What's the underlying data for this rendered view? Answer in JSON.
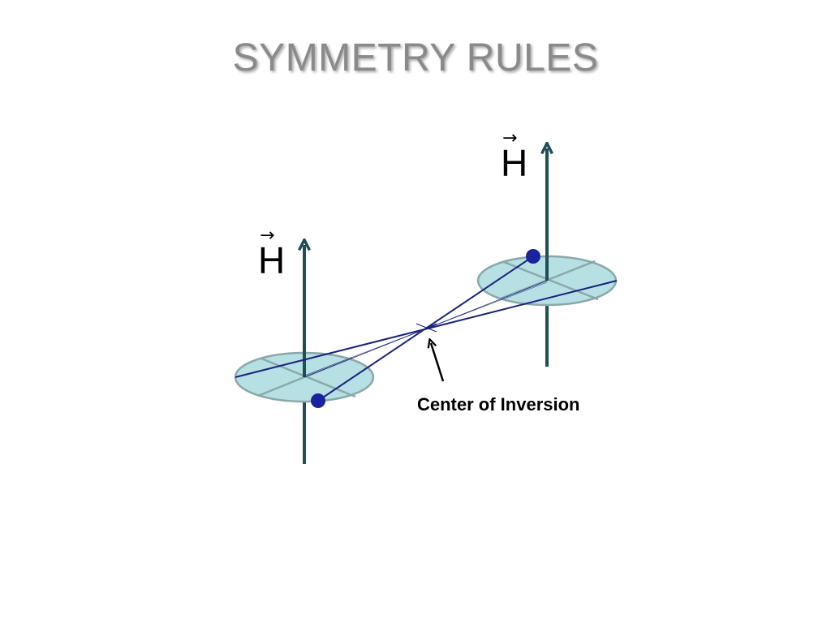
{
  "slide": {
    "title": "SYMMETRY RULES"
  },
  "diagram": {
    "left_field": {
      "label": "H",
      "vector_mark": "→"
    },
    "right_field": {
      "label": "H",
      "vector_mark": "→"
    },
    "center_label": "Center of Inversion"
  },
  "colors": {
    "title": "#8a8a8a",
    "axis": "#1f4e57",
    "disk_fill": "#b7e0e4",
    "disk_stroke": "#8aa8aa",
    "inversion_line": "#1a237e",
    "dot": "#1a239e"
  }
}
